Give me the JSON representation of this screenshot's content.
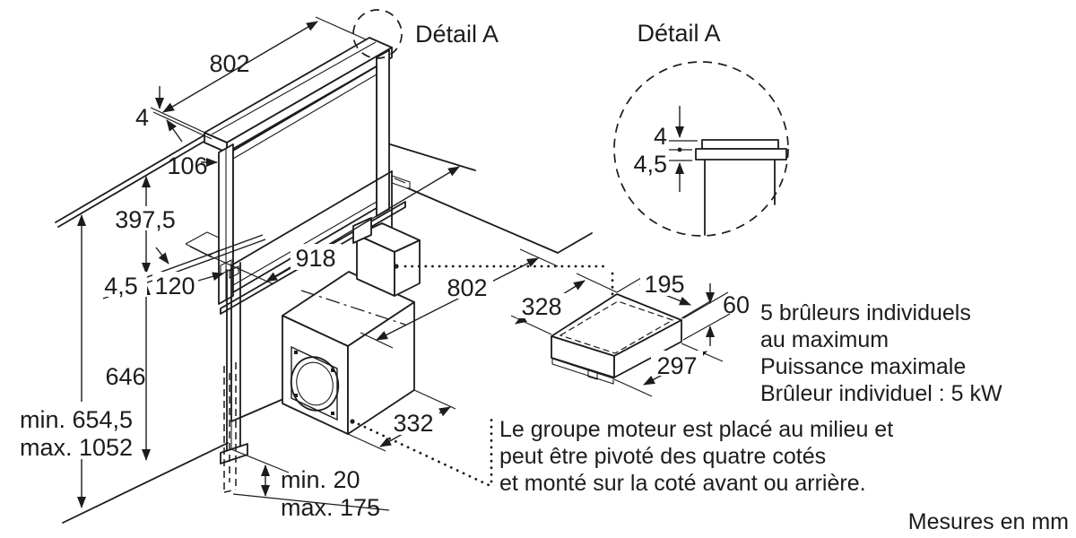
{
  "detail_views": {
    "callout_label": "Détail A",
    "inset_label": "Détail A",
    "inset_dim_glass": "4",
    "inset_dim_panel": "4,5"
  },
  "dimensions": {
    "top_width": "802",
    "glass_thickness": "4",
    "frame_depth": "106",
    "height_above_worktop": "397,5",
    "panel_thickness": "4,5",
    "duct_offset": "120",
    "cutout_length": "918",
    "base_width": "802",
    "height_below_worktop": "646",
    "floor_clearance_min": "min. 654,5",
    "floor_clearance_max": "max. 1052",
    "foot_min": "min. 20",
    "foot_max": "max. 175",
    "motor_depth": "332",
    "box_length": "328",
    "box_width": "195",
    "box_height": "60",
    "box_depth": "297"
  },
  "notes": {
    "burners_line1": "5 brûleurs individuels",
    "burners_line2": "au maximum",
    "burners_line3": "Puissance maximale",
    "burners_line4": "Brûleur individuel : 5 kW",
    "motor_line1": "Le groupe moteur est placé au milieu et",
    "motor_line2": "peut être pivoté des quatre cotés",
    "motor_line3": "et monté sur la coté avant ou arrière.",
    "units": "Mesures en mm"
  },
  "colors": {
    "line": "#1c1c1c",
    "glass_fill": "#c8c8c8",
    "background": "#ffffff"
  }
}
